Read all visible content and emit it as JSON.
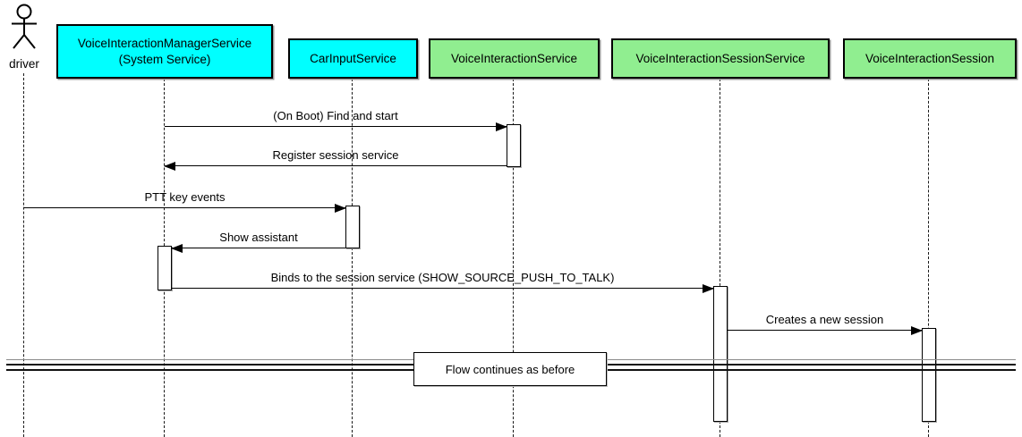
{
  "diagram_type": "uml-sequence",
  "actor": {
    "name": "driver"
  },
  "participants": [
    {
      "name": "VoiceInteractionManagerService",
      "subtitle": "(System Service)",
      "color": "#00FFFF"
    },
    {
      "name": "CarInputService",
      "subtitle": "",
      "color": "#00FFFF"
    },
    {
      "name": "VoiceInteractionService",
      "subtitle": "",
      "color": "#90EE90"
    },
    {
      "name": "VoiceInteractionSessionService",
      "subtitle": "",
      "color": "#90EE90"
    },
    {
      "name": "VoiceInteractionSession",
      "subtitle": "",
      "color": "#90EE90"
    }
  ],
  "messages": [
    {
      "label": "(On Boot) Find and start",
      "from": "VoiceInteractionManagerService",
      "to": "VoiceInteractionService",
      "direction": "right"
    },
    {
      "label": "Register session service",
      "from": "VoiceInteractionService",
      "to": "VoiceInteractionManagerService",
      "direction": "left"
    },
    {
      "label": "PTT key events",
      "from": "driver",
      "to": "CarInputService",
      "direction": "right"
    },
    {
      "label": "Show assistant",
      "from": "CarInputService",
      "to": "VoiceInteractionManagerService",
      "direction": "left"
    },
    {
      "label": "Binds to the session service (SHOW_SOURCE_PUSH_TO_TALK)",
      "from": "VoiceInteractionManagerService",
      "to": "VoiceInteractionSessionService",
      "direction": "right"
    },
    {
      "label": "Creates a new session",
      "from": "VoiceInteractionSessionService",
      "to": "VoiceInteractionSession",
      "direction": "right"
    }
  ],
  "divider": {
    "label": "Flow continues as before"
  },
  "colors": {
    "participant_cyan": "#00FFFF",
    "participant_green": "#90EE90",
    "line": "#000000",
    "background": "#FFFFFF"
  }
}
